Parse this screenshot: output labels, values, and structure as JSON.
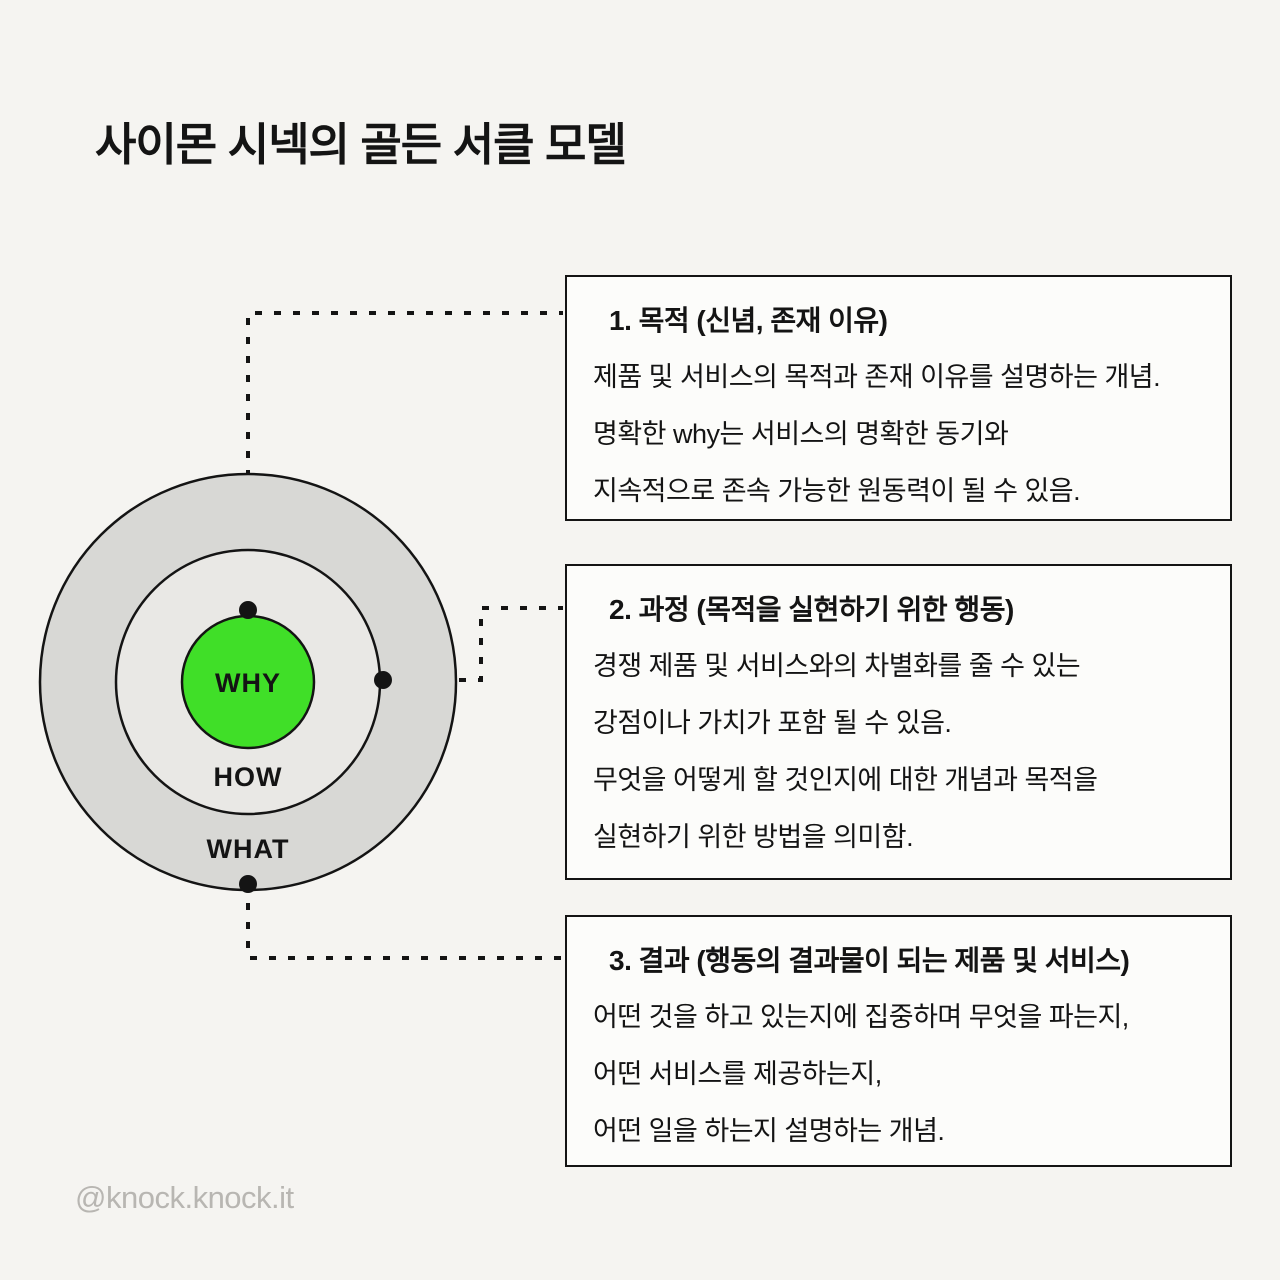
{
  "title": "사이몬 시넥의 골든 서클 모델",
  "watermark": "@knock.knock.it",
  "diagram": {
    "labels": {
      "why": "WHY",
      "how": "HOW",
      "what": "WHAT"
    },
    "colors": {
      "background": "#f5f4f1",
      "outer_ring": "#d8d8d5",
      "middle_ring": "#e9e8e5",
      "why_circle": "#40df28",
      "stroke": "#141414"
    }
  },
  "boxes": [
    {
      "heading": "1.  목적 (신념, 존재 이유)",
      "lines": [
        "제품 및 서비스의 목적과 존재 이유를 설명하는 개념.",
        "명확한 why는 서비스의 명확한 동기와",
        "지속적으로 존속 가능한 원동력이 될 수 있음."
      ]
    },
    {
      "heading": "2.  과정 (목적을 실현하기 위한 행동)",
      "lines": [
        "경쟁 제품 및 서비스와의 차별화를 줄 수 있는",
        "강점이나 가치가 포함 될 수 있음.",
        "무엇을 어떻게 할 것인지에 대한 개념과 목적을",
        "실현하기 위한 방법을 의미함."
      ]
    },
    {
      "heading": "3.  결과 (행동의 결과물이 되는 제품 및 서비스)",
      "lines": [
        "어떤 것을 하고 있는지에 집중하며 무엇을 파는지,",
        "어떤 서비스를 제공하는지,",
        "어떤 일을 하는지 설명하는 개념."
      ]
    }
  ]
}
